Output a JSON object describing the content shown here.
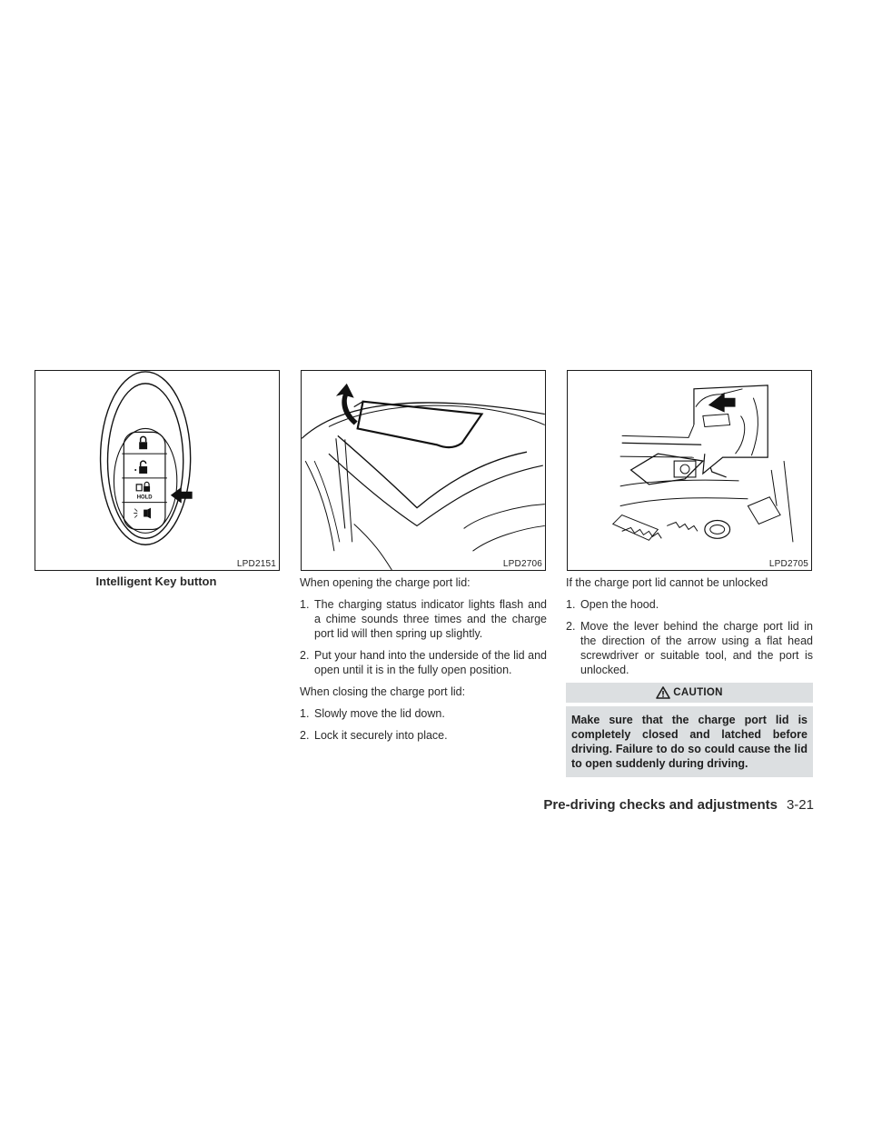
{
  "figures": [
    {
      "code": "LPD2151",
      "caption": "Intelligent Key button",
      "buttons": [
        "HOLD"
      ]
    },
    {
      "code": "LPD2706"
    },
    {
      "code": "LPD2705"
    }
  ],
  "column_middle": {
    "opening_heading": "When opening the charge port lid:",
    "opening_steps": [
      {
        "num": "1.",
        "text": "The charging status indicator lights flash and a chime sounds three times and the charge port lid will then spring up slightly."
      },
      {
        "num": "2.",
        "text": "Put your hand into the underside of the lid and open until it is in the fully open position."
      }
    ],
    "closing_heading": "When closing the charge port lid:",
    "closing_steps": [
      {
        "num": "1.",
        "text": "Slowly move the lid down."
      },
      {
        "num": "2.",
        "text": "Lock it securely into place."
      }
    ]
  },
  "column_right": {
    "heading": "If the charge port lid cannot be unlocked",
    "steps": [
      {
        "num": "1.",
        "text": "Open the hood."
      },
      {
        "num": "2.",
        "text": "Move the lever behind the charge port lid in the direction of the arrow using a flat head screwdriver or suitable tool, and the port is unlocked."
      }
    ],
    "caution": {
      "title": "CAUTION",
      "body": "Make sure that the charge port lid is completely closed and latched before driving. Failure to do so could cause the lid to open suddenly during driving."
    }
  },
  "footer": {
    "section": "Pre-driving checks and adjustments",
    "page": "3-21"
  }
}
